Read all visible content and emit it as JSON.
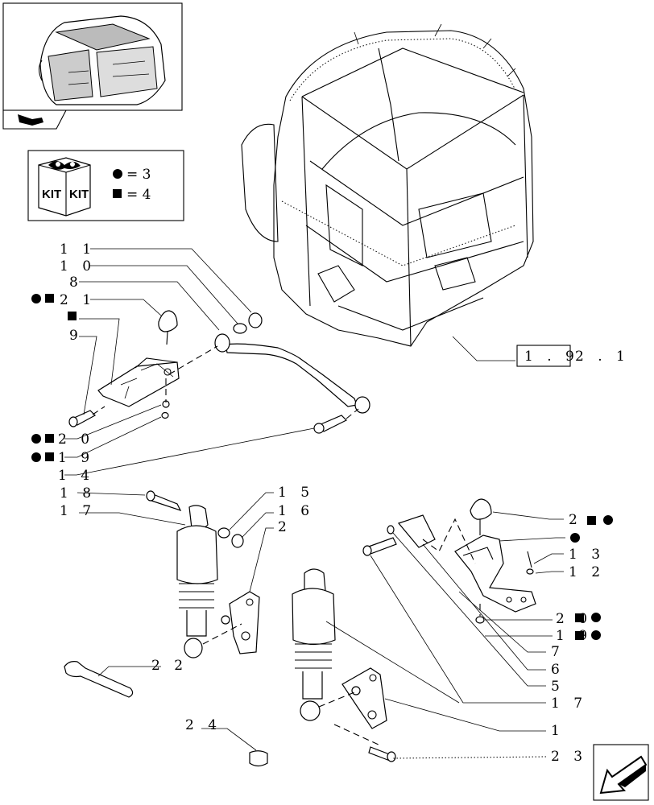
{
  "kit_legend": {
    "kit_word": "KIT",
    "circle_eq": "= 3",
    "square_eq": "= 4"
  },
  "reference_box": {
    "boxed": "1 . 9",
    "rest": "2 . 1"
  },
  "callouts": {
    "c11": "1 1",
    "c10": "1 0",
    "c8": "8",
    "c21": "2 1",
    "c9": "9",
    "c20": "2 0",
    "c19": "1 9",
    "c14": "1 4",
    "c18": "1 8",
    "c17": "1 7",
    "c15": "1 5",
    "c16": "1 6",
    "c2": "2",
    "c22": "2 2",
    "c24": "2 4",
    "r2": "2",
    "r13": "1 3",
    "r12": "1 2",
    "r20": "2 0",
    "r19": "1 9",
    "r7": "7",
    "r6": "6",
    "r5": "5",
    "r17": "1 7",
    "r1": "1",
    "r23": "2 3"
  }
}
